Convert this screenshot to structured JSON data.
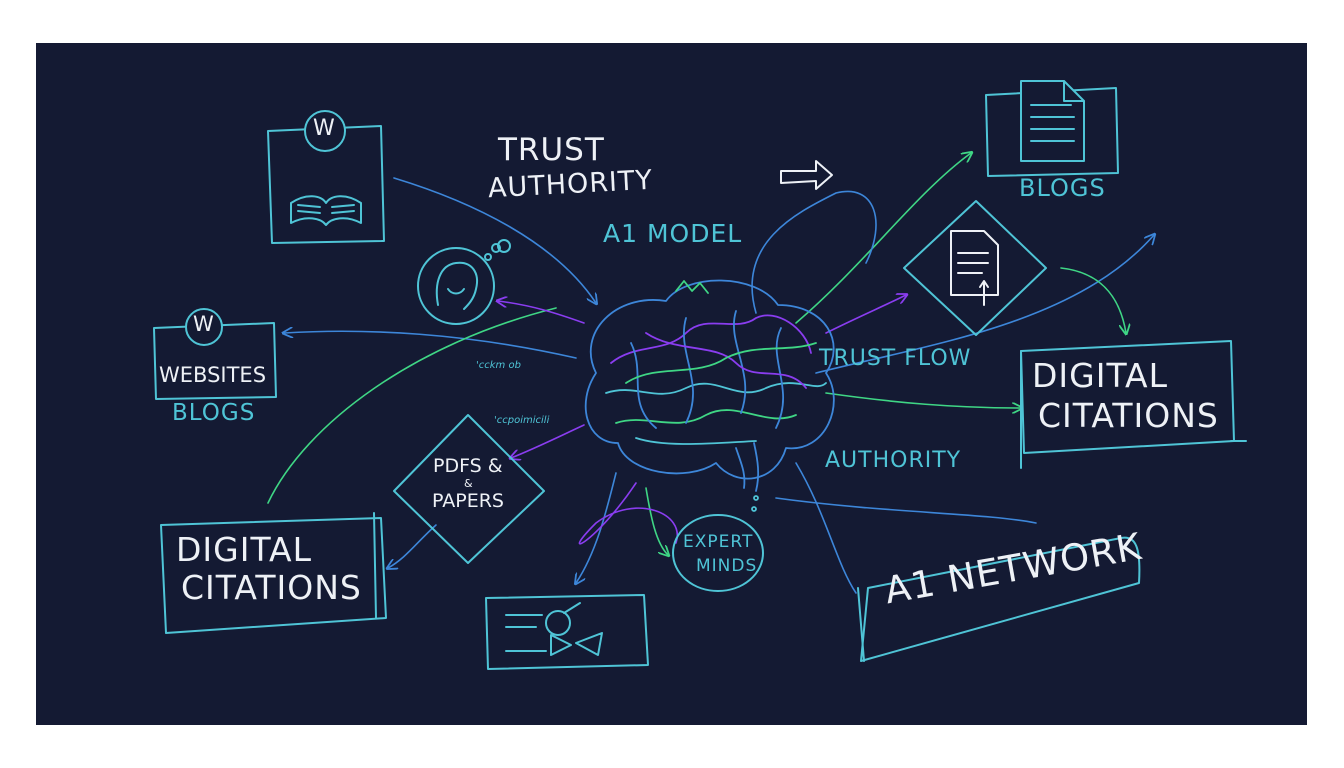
{
  "colors": {
    "background": "#141a33",
    "teal": "#4fc4d6",
    "blue": "#3d86d9",
    "green": "#3fd685",
    "purple": "#8a3df0",
    "white": "#eef1f6"
  },
  "labels": {
    "trust": "TRUST",
    "authority_top": "AUTHORITY",
    "ai_model": "A1 MODEL",
    "websites": "WEBSITES",
    "blogs_left": "BLOGS",
    "blogs_right": "BLOGS",
    "trust_flow": "TRUST FLOW",
    "authority_bottom": "AUTHORITY",
    "digital_citations_right": [
      "DIGITAL",
      "CITATIONS"
    ],
    "digital_citations_left": [
      "DIGITAL",
      "CITATIONS"
    ],
    "pdfs": [
      "PDFS &",
      "&",
      "PAPERS"
    ],
    "expert_minds": [
      "EXPERT",
      "MINDS"
    ],
    "ai_network": "A1 NETWORK",
    "wiki_letter": "W",
    "scribble_1": "'cckm ob",
    "scribble_2": "'ccpoimicili"
  },
  "icons": [
    "wikipedia-book-icon",
    "website-icon",
    "blog-document-icon",
    "document-icon",
    "thinking-head-icon",
    "video-player-icon",
    "brain-icon",
    "arrow-icon"
  ]
}
